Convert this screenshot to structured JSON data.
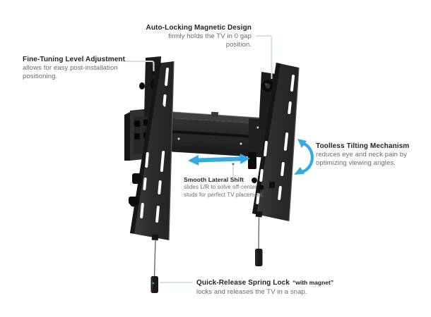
{
  "figure": {
    "kind": "annotated product diagram",
    "subject": "tilting TV wall mount with two vertical brackets, wall plate and lateral crossbar"
  },
  "annotations": {
    "auto_lock": {
      "title": "Auto-Locking Magnetic Design",
      "desc_line1": "firmly holds the TV in 0 gap",
      "desc_line2": "position."
    },
    "fine_tuning": {
      "title": "Fine-Tuning Level Adjustment",
      "desc_line1": "allows for easy post-installation",
      "desc_line2": "positioning."
    },
    "tilting": {
      "title": "Toolless Tilting Mechanism",
      "desc_line1": "reduces eye and neck pain by",
      "desc_line2": "optimizing viewing angles."
    },
    "lateral_shift": {
      "title": "Smooth Lateral Shift",
      "desc_line1": "slides L/R to solve off-center",
      "desc_line2": "studs for perfect TV placement."
    },
    "spring_lock": {
      "title": "Quick-Release Spring Lock",
      "title_suffix": "“with magnet”",
      "desc_line1": "locks and releases the TV in a  snap."
    }
  },
  "icons": {
    "lateral_shift_arrow": "horizontal double-headed arrow",
    "tilt_arrow": "curved double-headed tilt arrow"
  },
  "colors": {
    "background": "#ffffff",
    "accent_blue": "#35a9e1",
    "connector_line": "#cfe2ec",
    "title_text": "#232326",
    "body_text": "#6a6b6e",
    "product_black": "#0d0d0d",
    "product_dark": "#1f1f1f",
    "product_mid": "#2e2e2e",
    "product_light": "#454545"
  }
}
